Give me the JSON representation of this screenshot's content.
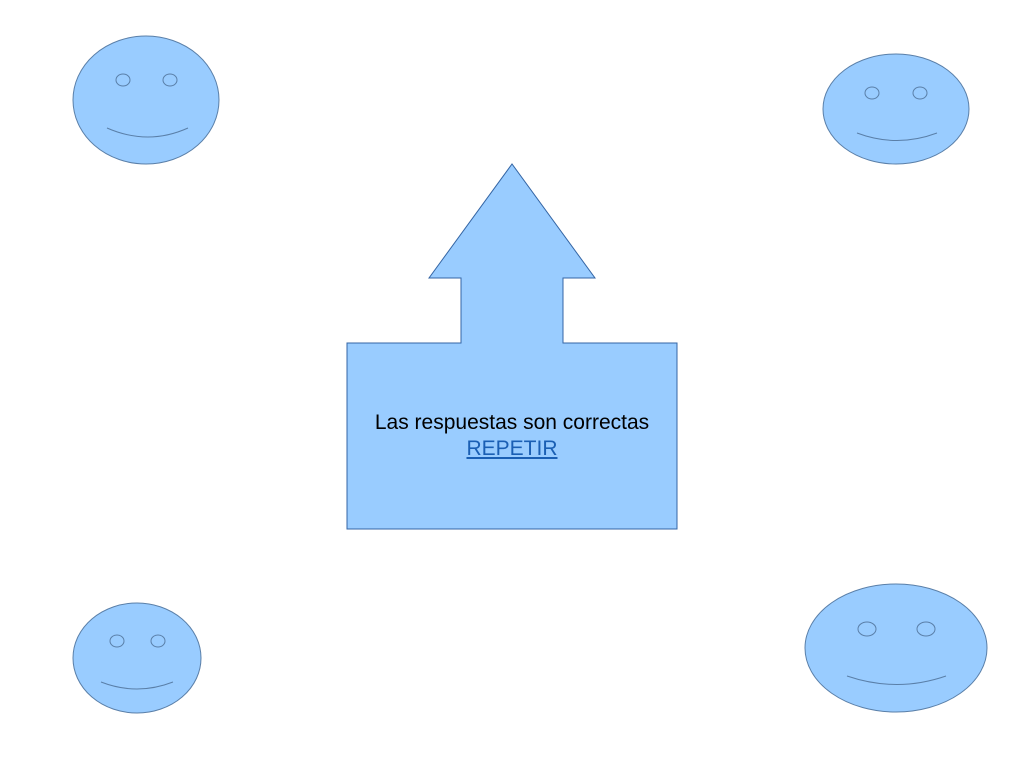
{
  "slide": {
    "message": "Las respuestas son correctas",
    "link_label": "REPETIR"
  },
  "colors": {
    "shape_fill": "#99ccff",
    "shape_stroke": "#3465a4",
    "face_stroke": "#5a7fa8",
    "link": "#1a5fb4",
    "background": "#ffffff"
  },
  "icons": {
    "faces": "smiley-face-icon",
    "arrow": "up-arrow-callout-shape"
  }
}
